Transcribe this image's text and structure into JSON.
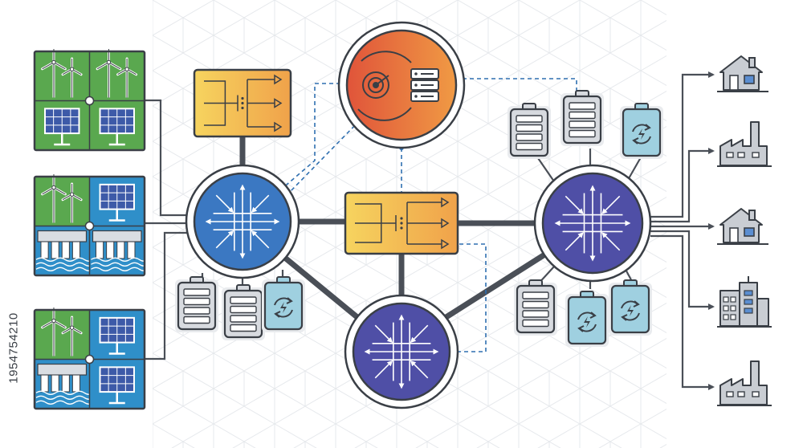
{
  "watermark": {
    "text": "1954754210"
  },
  "colors": {
    "outline": "#3a3f46",
    "connector": "#4a4f57",
    "data_link": "#2f6fb0",
    "hub_blue": "#3b78c2",
    "hub_indigo": "#4f4fa6",
    "control_red": "#e05a3a",
    "control_orange": "#ef8e3c",
    "switch_yellow": "#f3c94f",
    "switch_orange": "#ef9a45",
    "solar_green": "#5aa84f",
    "hydro_blue": "#2f8fc9",
    "battery_grey": "#d7dadf",
    "battery_cell": "#6f7a88",
    "swap_teal": "#9fd0e0",
    "consumer_grey": "#c9cdd3"
  },
  "sources": [
    {
      "name": "wind-solar-farm",
      "tiles": [
        "wind",
        "wind",
        "solar",
        "solar"
      ]
    },
    {
      "name": "wind-solar-hydro-farm",
      "tiles": [
        "wind",
        "solar",
        "hydro",
        "hydro"
      ]
    },
    {
      "name": "wind-solar-hydro-farm",
      "tiles": [
        "wind",
        "solar",
        "hydro",
        "solar"
      ]
    }
  ],
  "hubs": [
    {
      "name": "west-grid-hub",
      "color": "hub_blue"
    },
    {
      "name": "east-grid-hub",
      "color": "hub_indigo"
    },
    {
      "name": "south-grid-hub",
      "color": "hub_indigo"
    }
  ],
  "control_center": {
    "icons": [
      "radar-icon",
      "server-rack-icon"
    ]
  },
  "switchgear": [
    {
      "name": "west-switchgear"
    },
    {
      "name": "central-switchgear"
    }
  ],
  "storage_groups": [
    {
      "name": "west-storage",
      "units": [
        "battery",
        "battery",
        "swap"
      ]
    },
    {
      "name": "east-upper-storage",
      "units": [
        "battery",
        "battery",
        "swap"
      ]
    },
    {
      "name": "east-lower-storage",
      "units": [
        "battery",
        "swap",
        "swap"
      ]
    }
  ],
  "consumers": [
    "house",
    "factory",
    "house",
    "office-building",
    "factory"
  ]
}
